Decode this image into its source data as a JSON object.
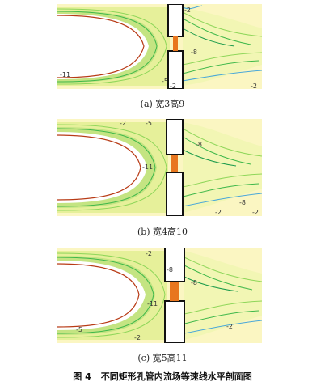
{
  "panels": [
    {
      "caption": "(a) 宽3高9",
      "contour_labels": [
        "-11",
        "-2",
        "-5",
        "-8",
        "-2",
        "-2"
      ]
    },
    {
      "caption": "(b) 宽4高10",
      "contour_labels": [
        "-2",
        "-5",
        "-11",
        "-8",
        "-2",
        "-8",
        "-2"
      ]
    },
    {
      "caption": "(c) 宽5高11",
      "contour_labels": [
        "-2",
        "-8",
        "-11",
        "-8",
        "-5",
        "-2",
        "-2"
      ]
    }
  ],
  "figure_caption": {
    "number": "图 4",
    "text": "不同矩形孔管内流场等速线水平剖面图"
  },
  "palette": {
    "outer": "#f8f4a8",
    "level1": "#d9ec7a",
    "level2": "#8fd65a",
    "level3": "#3fb84a",
    "level4": "#1a9a4a",
    "core": "#e8761e",
    "core_line": "#b83b16",
    "cold": "#4aa8d8",
    "hole": "#111111"
  }
}
